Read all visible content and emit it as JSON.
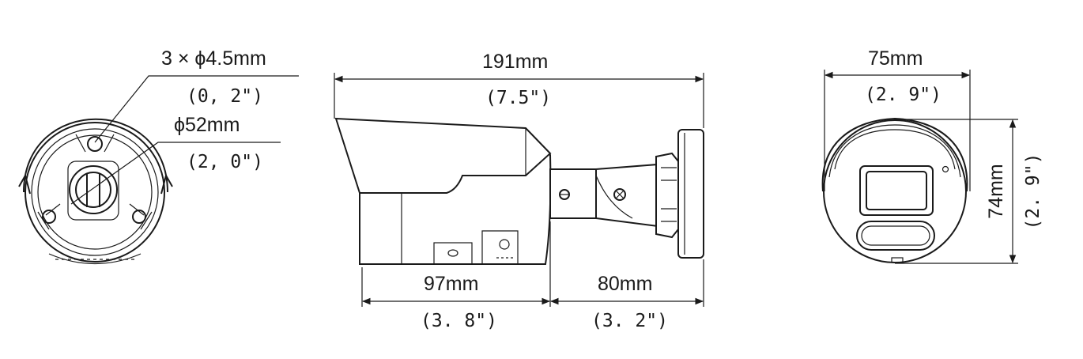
{
  "front_view": {
    "holes_label": "3 × ϕ4.5mm",
    "holes_inch": "(0, 2\")",
    "diameter_label": "ϕ52mm",
    "diameter_inch": "(2, 0\")"
  },
  "side_view": {
    "length_label": "191mm",
    "length_inch": "(7.5\")",
    "body_label": "97mm",
    "body_inch": "(3. 8\")",
    "mount_label": "80mm",
    "mount_inch": "(3. 2\")"
  },
  "end_view": {
    "width_label": "75mm",
    "width_inch": "(2. 9\")",
    "height_label": "74mm",
    "height_inch": "(2. 9\")"
  }
}
